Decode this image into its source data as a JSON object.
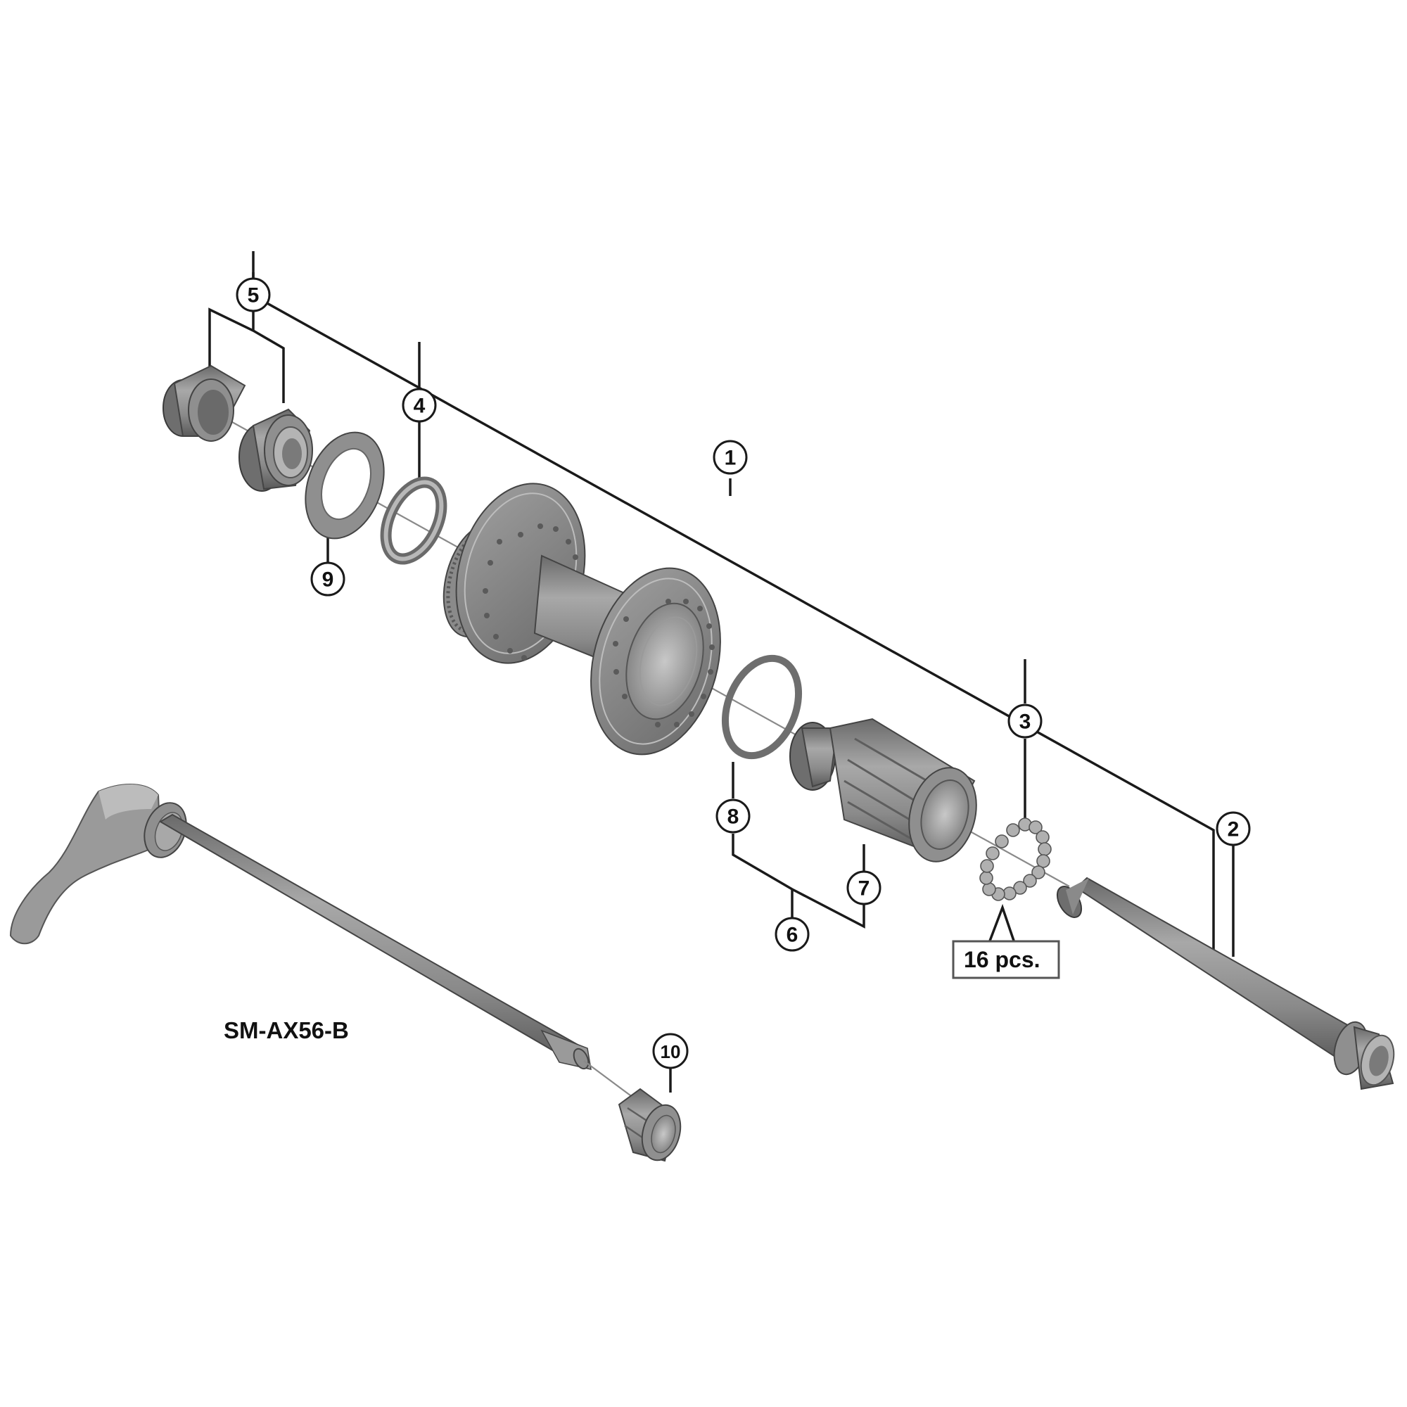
{
  "diagram": {
    "title": "Rear hub exploded view",
    "model_label": "SM-AX56-B",
    "quantity_note": "16 pcs.",
    "colors": {
      "background": "#ffffff",
      "leader_line": "#1a1a1a",
      "part_metal": "#8f8f8f",
      "part_shadow": "#5a5a5a",
      "axis_line": "#8a8a8a"
    },
    "callouts": [
      {
        "number": "1",
        "part": "hub-body-assembly"
      },
      {
        "number": "2",
        "part": "hub-axle"
      },
      {
        "number": "3",
        "part": "steel-balls"
      },
      {
        "number": "4",
        "part": "ball-retainer"
      },
      {
        "number": "5",
        "part": "cone-and-spacer-set"
      },
      {
        "number": "6",
        "part": "freehub-body-set"
      },
      {
        "number": "7",
        "part": "freehub-body"
      },
      {
        "number": "8",
        "part": "freehub-spacer-ring"
      },
      {
        "number": "9",
        "part": "dust-cap-washer"
      },
      {
        "number": "10",
        "part": "thru-axle-nut"
      }
    ]
  }
}
